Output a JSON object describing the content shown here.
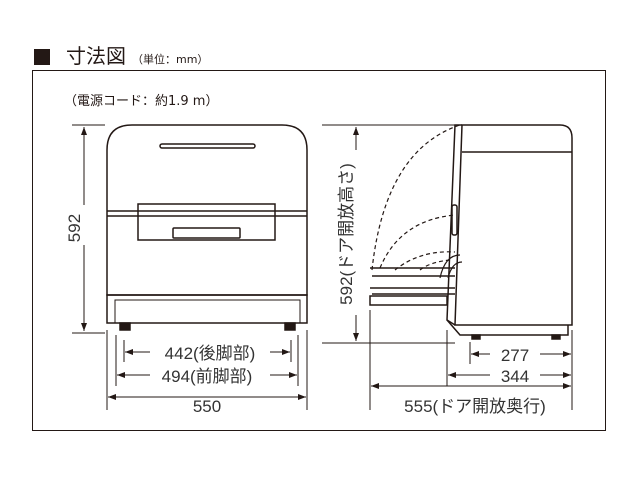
{
  "title": {
    "label": "寸法図",
    "unit": "（単位：mm）"
  },
  "power_cord": "（電源コード：約1.9 m）",
  "front_view": {
    "height": "592",
    "rear_leg_width": "442(後脚部)",
    "front_leg_width": "494(前脚部)",
    "width": "550"
  },
  "side_view": {
    "door_open_height": "592(ドア開放高さ)",
    "leg_depth": "277",
    "depth": "344",
    "door_open_depth": "555(ドア開放奥行)"
  },
  "colors": {
    "line": "#231815"
  }
}
